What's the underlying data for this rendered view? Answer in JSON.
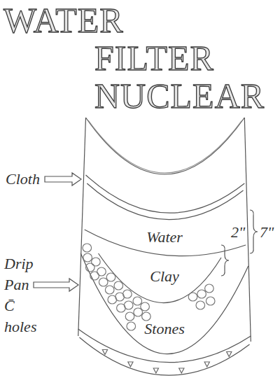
{
  "diagram": {
    "title": "WATER FILTER NUCLEAR",
    "labels": [
      "Cloth",
      "Water",
      "Clay",
      "Drip Pan C̄ holes",
      "Stones",
      "7\"",
      "2\""
    ]
  }
}
